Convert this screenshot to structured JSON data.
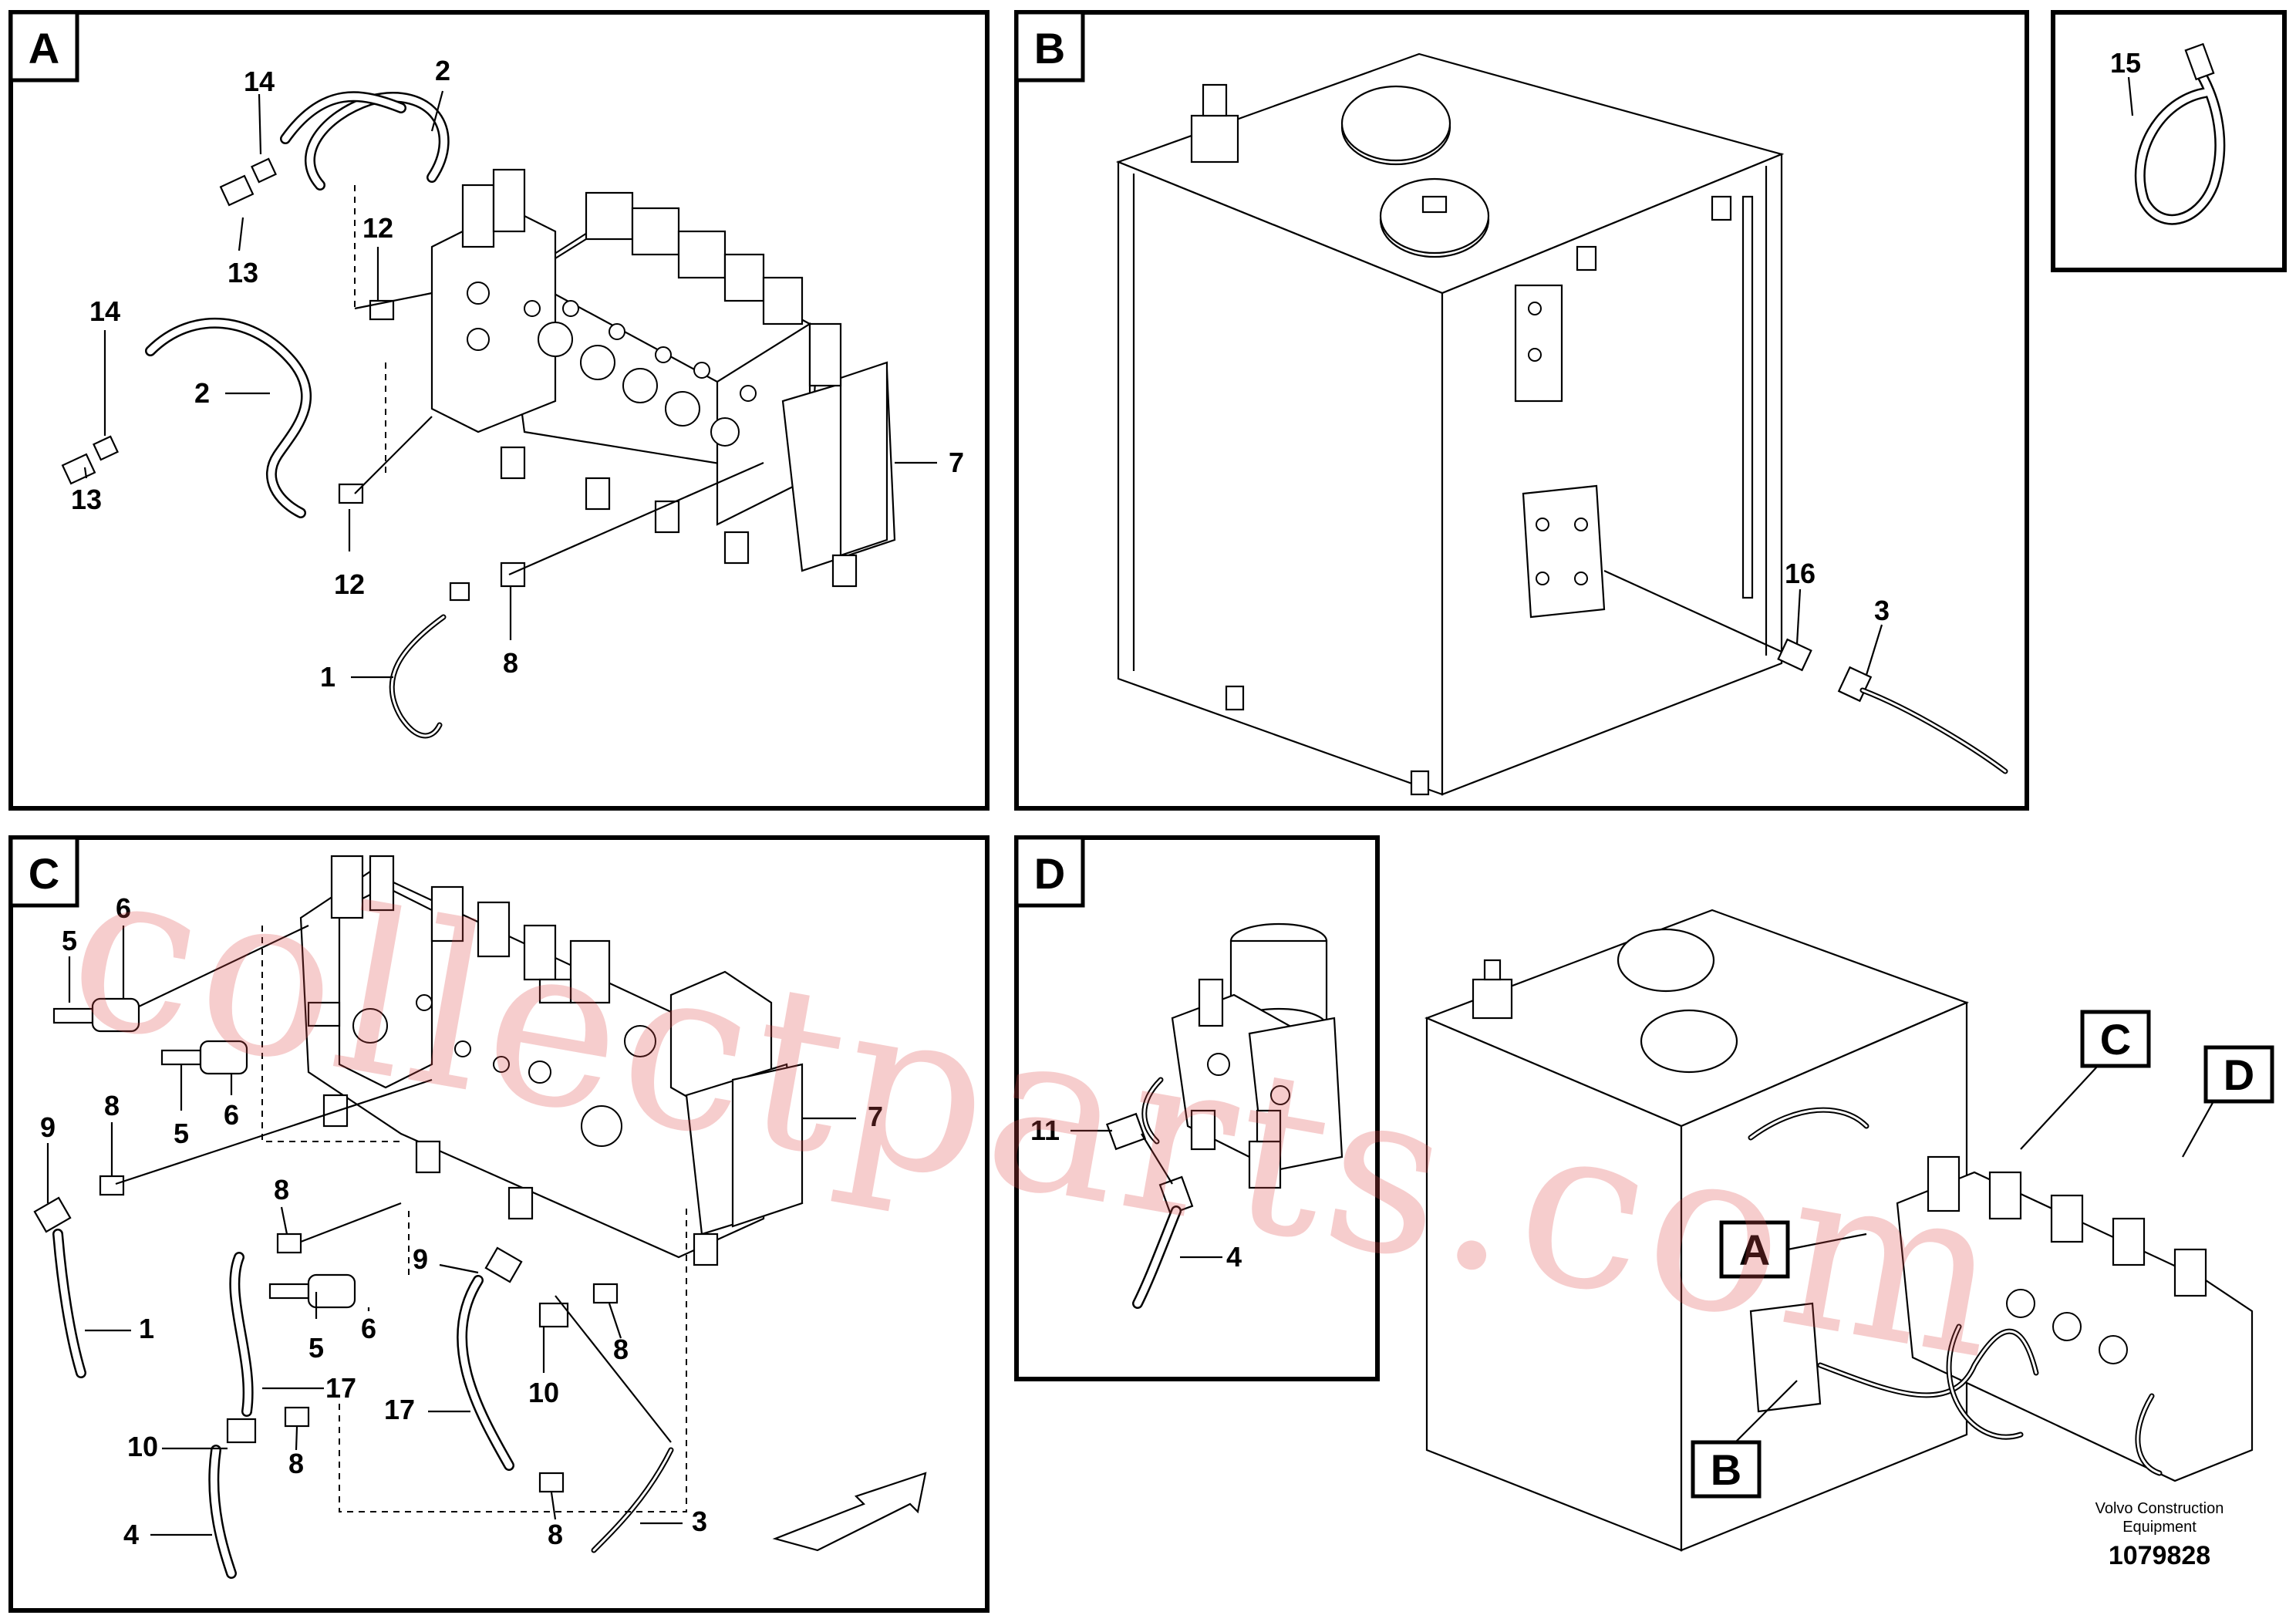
{
  "panels": {
    "a": {
      "label": "A"
    },
    "b": {
      "label": "B"
    },
    "c": {
      "label": "C"
    },
    "d": {
      "label": "D"
    }
  },
  "callouts": {
    "a": [
      "14",
      "2",
      "12",
      "13",
      "14",
      "2",
      "13",
      "12",
      "7",
      "8",
      "1"
    ],
    "b": [
      "16",
      "3"
    ],
    "detail": [
      "15"
    ],
    "c": [
      "5",
      "6",
      "5",
      "6",
      "9",
      "8",
      "7",
      "8",
      "1",
      "9",
      "5",
      "6",
      "17",
      "10",
      "8",
      "17",
      "10",
      "8",
      "4",
      "8",
      "3"
    ],
    "d": [
      "11",
      "4"
    ]
  },
  "overview_labels": {
    "a": "A",
    "b": "B",
    "c": "C",
    "d": "D"
  },
  "watermark": "collectparts.com",
  "footer": {
    "company_line1": "Volvo Construction",
    "company_line2": "Equipment",
    "doc_number": "1079828"
  }
}
